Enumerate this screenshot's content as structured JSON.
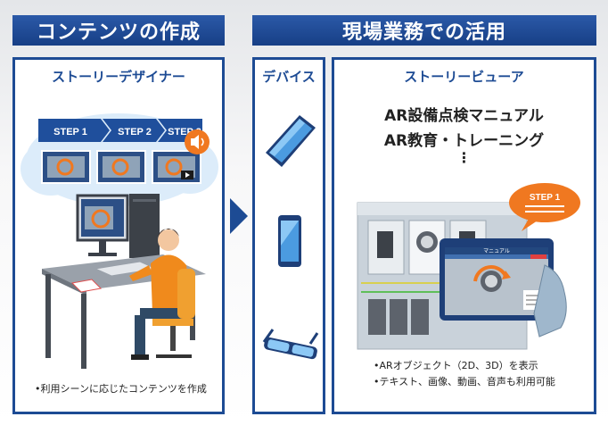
{
  "left": {
    "banner": "コンテンツの作成",
    "panel_title": "ストーリーデザイナー",
    "steps": [
      "STEP 1",
      "STEP 2",
      "STEP 3"
    ],
    "note": "•利用シーンに応じたコンテンツを作成"
  },
  "right": {
    "banner": "現場業務での活用",
    "devices_title": "デバイス",
    "viewer_title": "ストーリービューア",
    "line1": "AR設備点検マニュアル",
    "line2": "AR教育・トレーニング",
    "ellipsis": "⋮",
    "step_bubble": "STEP 1",
    "tablet_header": "マニュアル",
    "notes": [
      "•ARオブジェクト（2D、3D）を表示",
      "•テキスト、画像、動画、音声も利用可能"
    ]
  },
  "colors": {
    "brand": "#1d4b94",
    "accent": "#f07820"
  },
  "icons": [
    "speaker-icon",
    "play-icon",
    "chevron-right-icon",
    "tablet-icon",
    "phone-icon",
    "ar-glasses-icon"
  ]
}
